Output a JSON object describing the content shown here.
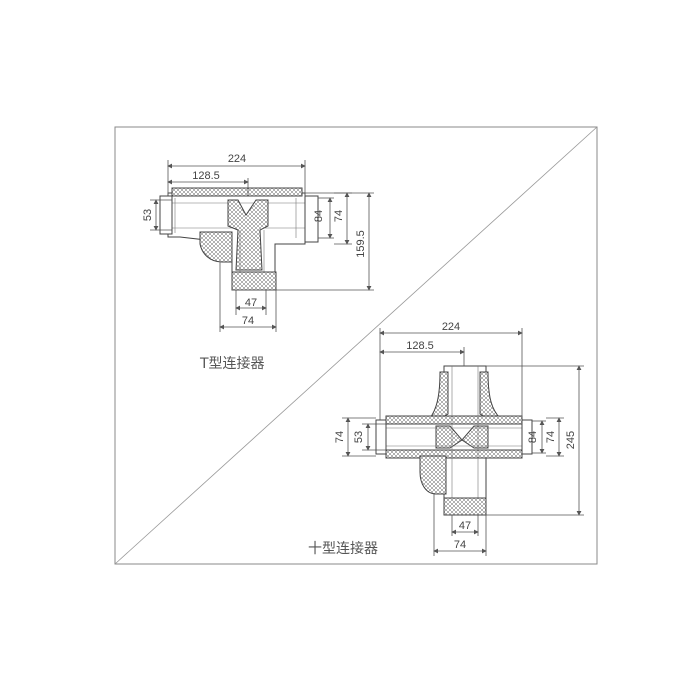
{
  "t_connector": {
    "caption": "T型连接器",
    "dims": {
      "overall_length": "224",
      "offset_length": "128.5",
      "left_inner": "53",
      "right_inner": "84",
      "right_outer": "74",
      "height": "159.5",
      "bottom_inner": "47",
      "bottom_outer": "74"
    }
  },
  "cross_connector": {
    "caption": "十型连接器",
    "dims": {
      "overall_length": "224",
      "offset_length": "128.5",
      "left_outer": "74",
      "left_inner": "53",
      "right_inner": "84",
      "right_outer": "74",
      "height": "245",
      "bottom_inner": "47",
      "bottom_outer": "74"
    }
  },
  "colors": {
    "line": "#555555",
    "frame": "#888888",
    "background": "#ffffff"
  }
}
